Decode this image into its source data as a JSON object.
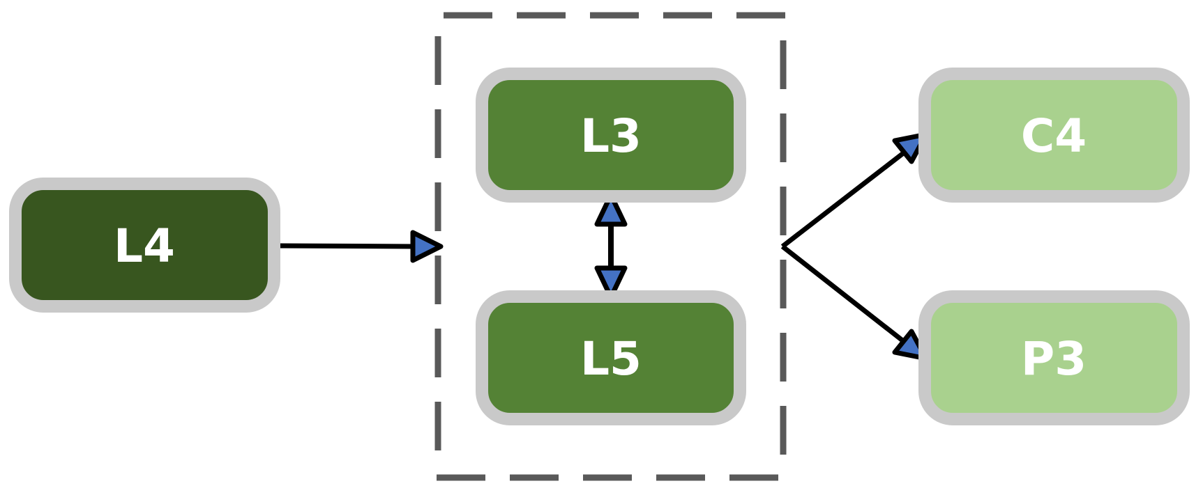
{
  "nodes": {
    "l4": {
      "label": "L4",
      "color": "#38561f"
    },
    "l3": {
      "label": "L3",
      "color": "#548235"
    },
    "l5": {
      "label": "L5",
      "color": "#548235"
    },
    "c4": {
      "label": "C4",
      "color": "#a9d18e"
    },
    "p3": {
      "label": "P3",
      "color": "#a9d18e"
    }
  },
  "colors": {
    "node_border": "#c9c9c9",
    "group_border": "#595959",
    "edge": "#000000",
    "arrowhead_fill": "#4472c4"
  }
}
